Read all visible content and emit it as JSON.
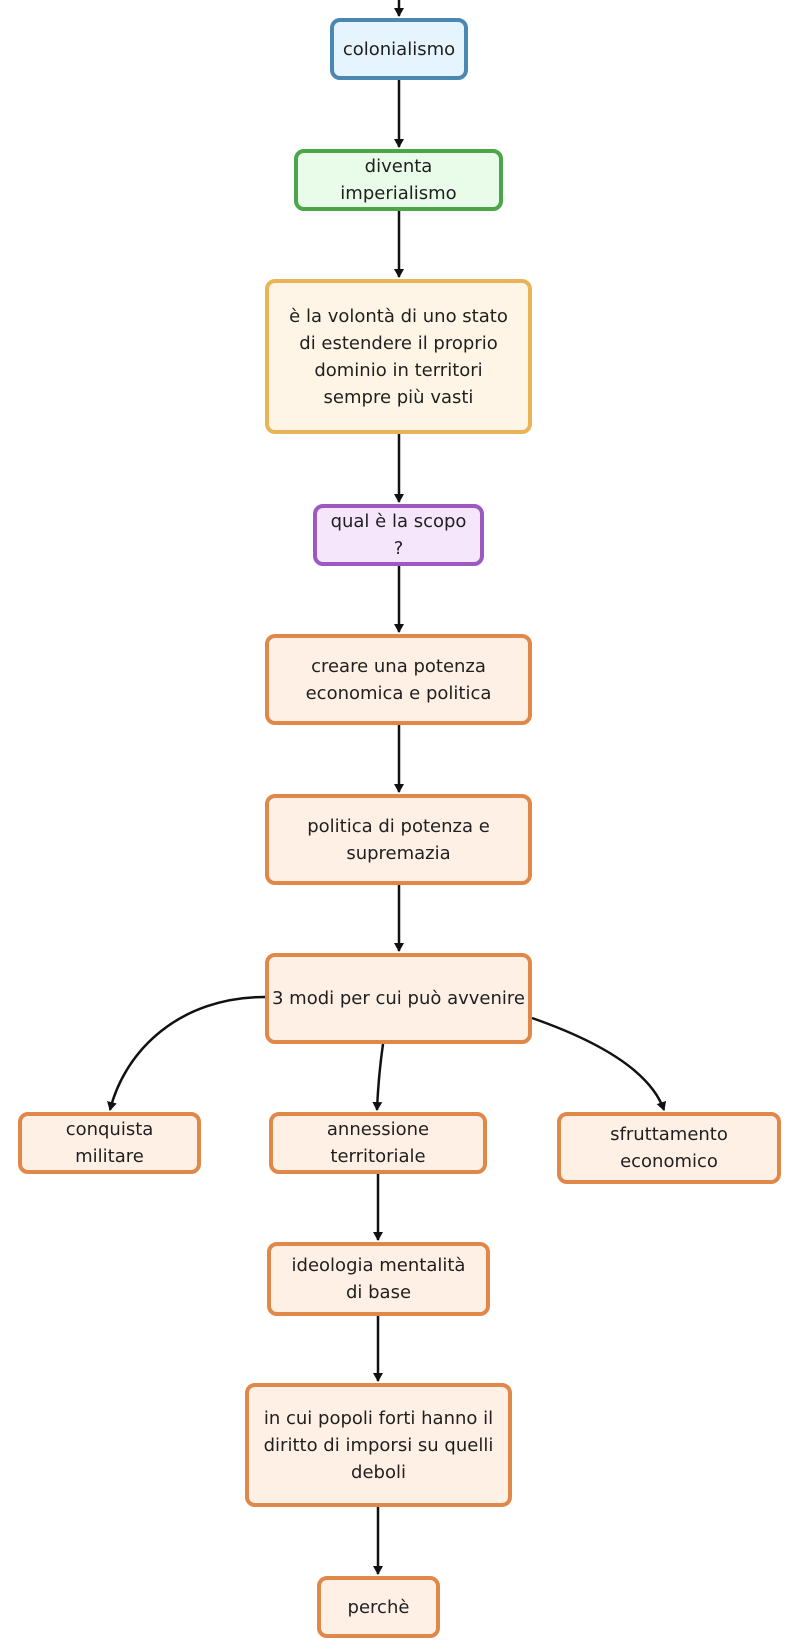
{
  "nodes": {
    "colonialismo": "colonialismo",
    "imperialismo": "diventa imperialismo",
    "definizione": "è la volontà di uno stato di estendere il proprio dominio in territori sempre più vasti",
    "scopo": "qual è la scopo ?",
    "potenza": "creare una potenza economica e politica",
    "supremazia": "politica di potenza e supremazia",
    "modi": "3 modi per cui può avvenire",
    "militare": "conquista militare",
    "annessione": "annessione territoriale",
    "sfruttamento": "sfruttamento economico",
    "ideologia": "ideologia mentalità di base",
    "popoli": "in cui popoli forti hanno il diritto di imporsi su quelli deboli",
    "perche": "perchè"
  },
  "colors": {
    "edge": "#111111",
    "blue_border": "#4a87b1",
    "green_border": "#4aa646",
    "yellow_border": "#e9b457",
    "purple_border": "#9b59c1",
    "orange_border": "#e0884a"
  }
}
